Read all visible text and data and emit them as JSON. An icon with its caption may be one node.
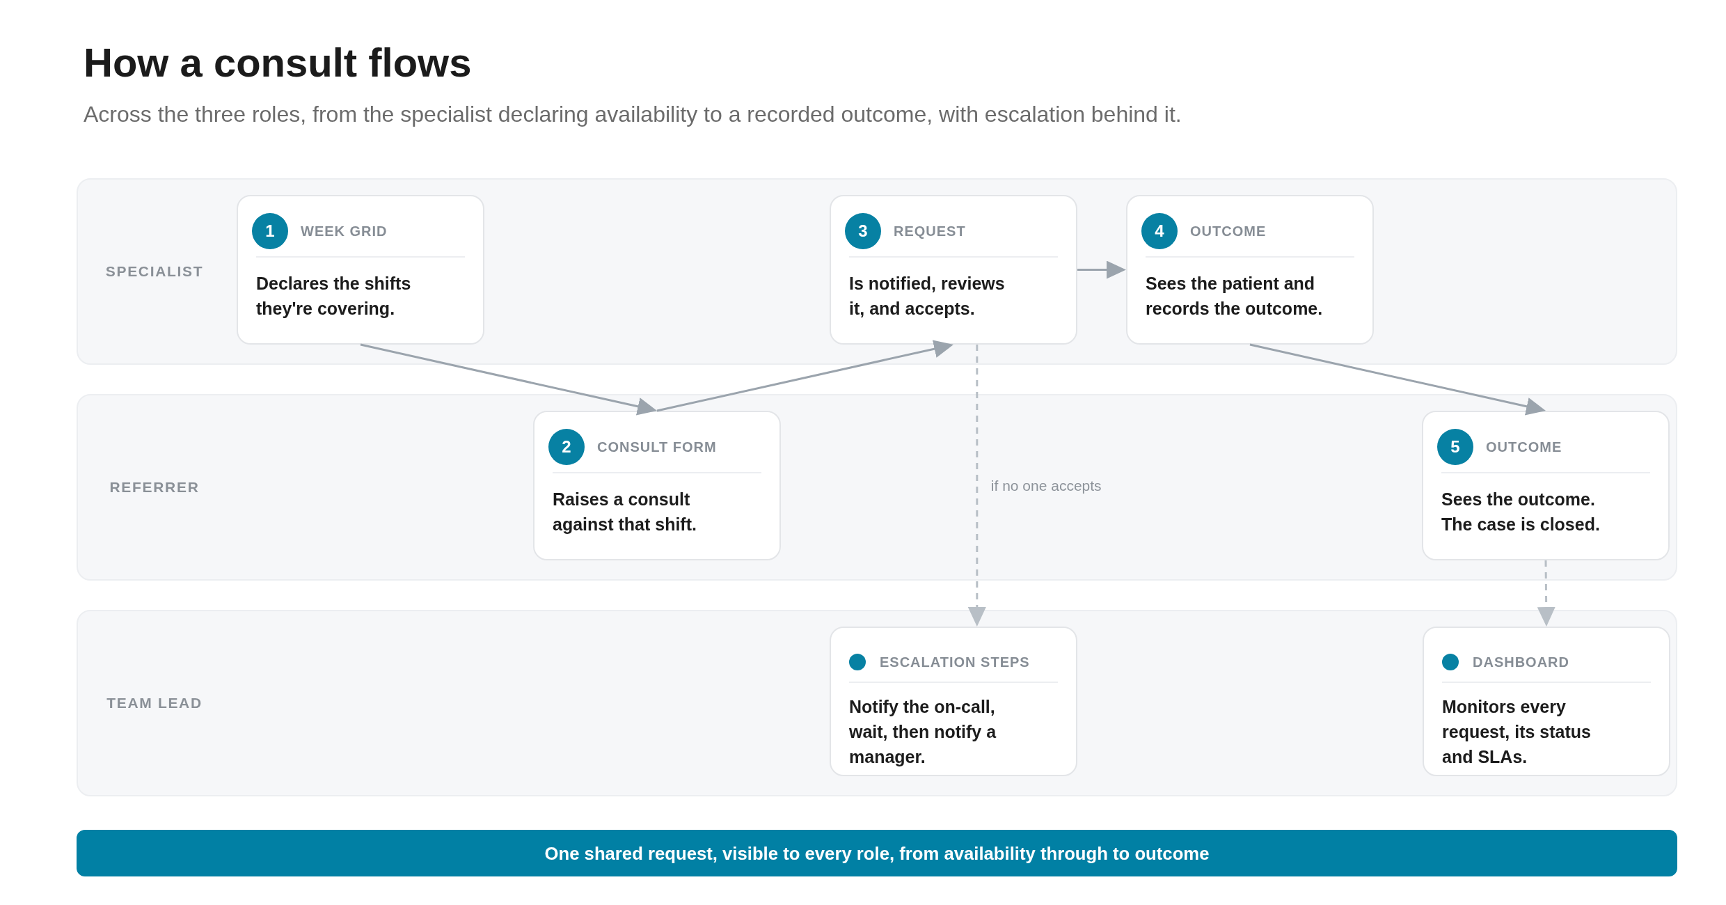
{
  "diagram": {
    "title": "How a consult flows",
    "caption": "Across the three roles, from the specialist declaring availability to a recorded outcome, with escalation behind it.",
    "nodes": [
      {
        "text": [
          "SPECIALIST"
        ]
      },
      {
        "text": [
          "1",
          "WEEK GRID",
          "Declares the shifts they're covering."
        ],
        "in": 0
      },
      {
        "text": [
          "3",
          "REQUEST",
          "Is notified, reviews it, and accepts."
        ],
        "in": 0
      },
      {
        "text": [
          "4",
          "OUTCOME",
          "Sees the patient and records the outcome."
        ],
        "in": 0
      },
      {
        "text": [
          "REFERRER"
        ]
      },
      {
        "text": [
          "2",
          "CONSULT FORM",
          "Raises a consult against that shift."
        ],
        "in": 4
      },
      {
        "text": [
          "5",
          "OUTCOME",
          "Sees the outcome. The case is closed."
        ],
        "in": 4
      },
      {
        "text": [
          "TEAM LEAD"
        ]
      },
      {
        "text": [
          "ESCALATION STEPS",
          "Notify the on-call, wait, then notify a manager."
        ],
        "in": 7
      },
      {
        "text": [
          "DASHBOARD",
          "Monitors every request, its status and SLAs."
        ],
        "in": 7
      },
      {
        "text": [
          "One shared request, visible to every role, from availability through to outcome"
        ]
      }
    ],
    "edges": [
      {
        "from": 1,
        "to": 5,
        "arrow": "to"
      },
      {
        "from": 5,
        "to": 2,
        "arrow": "to"
      },
      {
        "from": 2,
        "to": 3,
        "arrow": "to"
      },
      {
        "from": 3,
        "to": 6,
        "arrow": "to"
      },
      {
        "from": 2,
        "to": 8,
        "arrow": "to",
        "label": "if no one accepts",
        "style": "dashed",
        "color": "#b8bfc6"
      },
      {
        "from": 6,
        "to": 9,
        "arrow": "to",
        "style": "dashed",
        "color": "#b8bfc6"
      }
    ]
  }
}
